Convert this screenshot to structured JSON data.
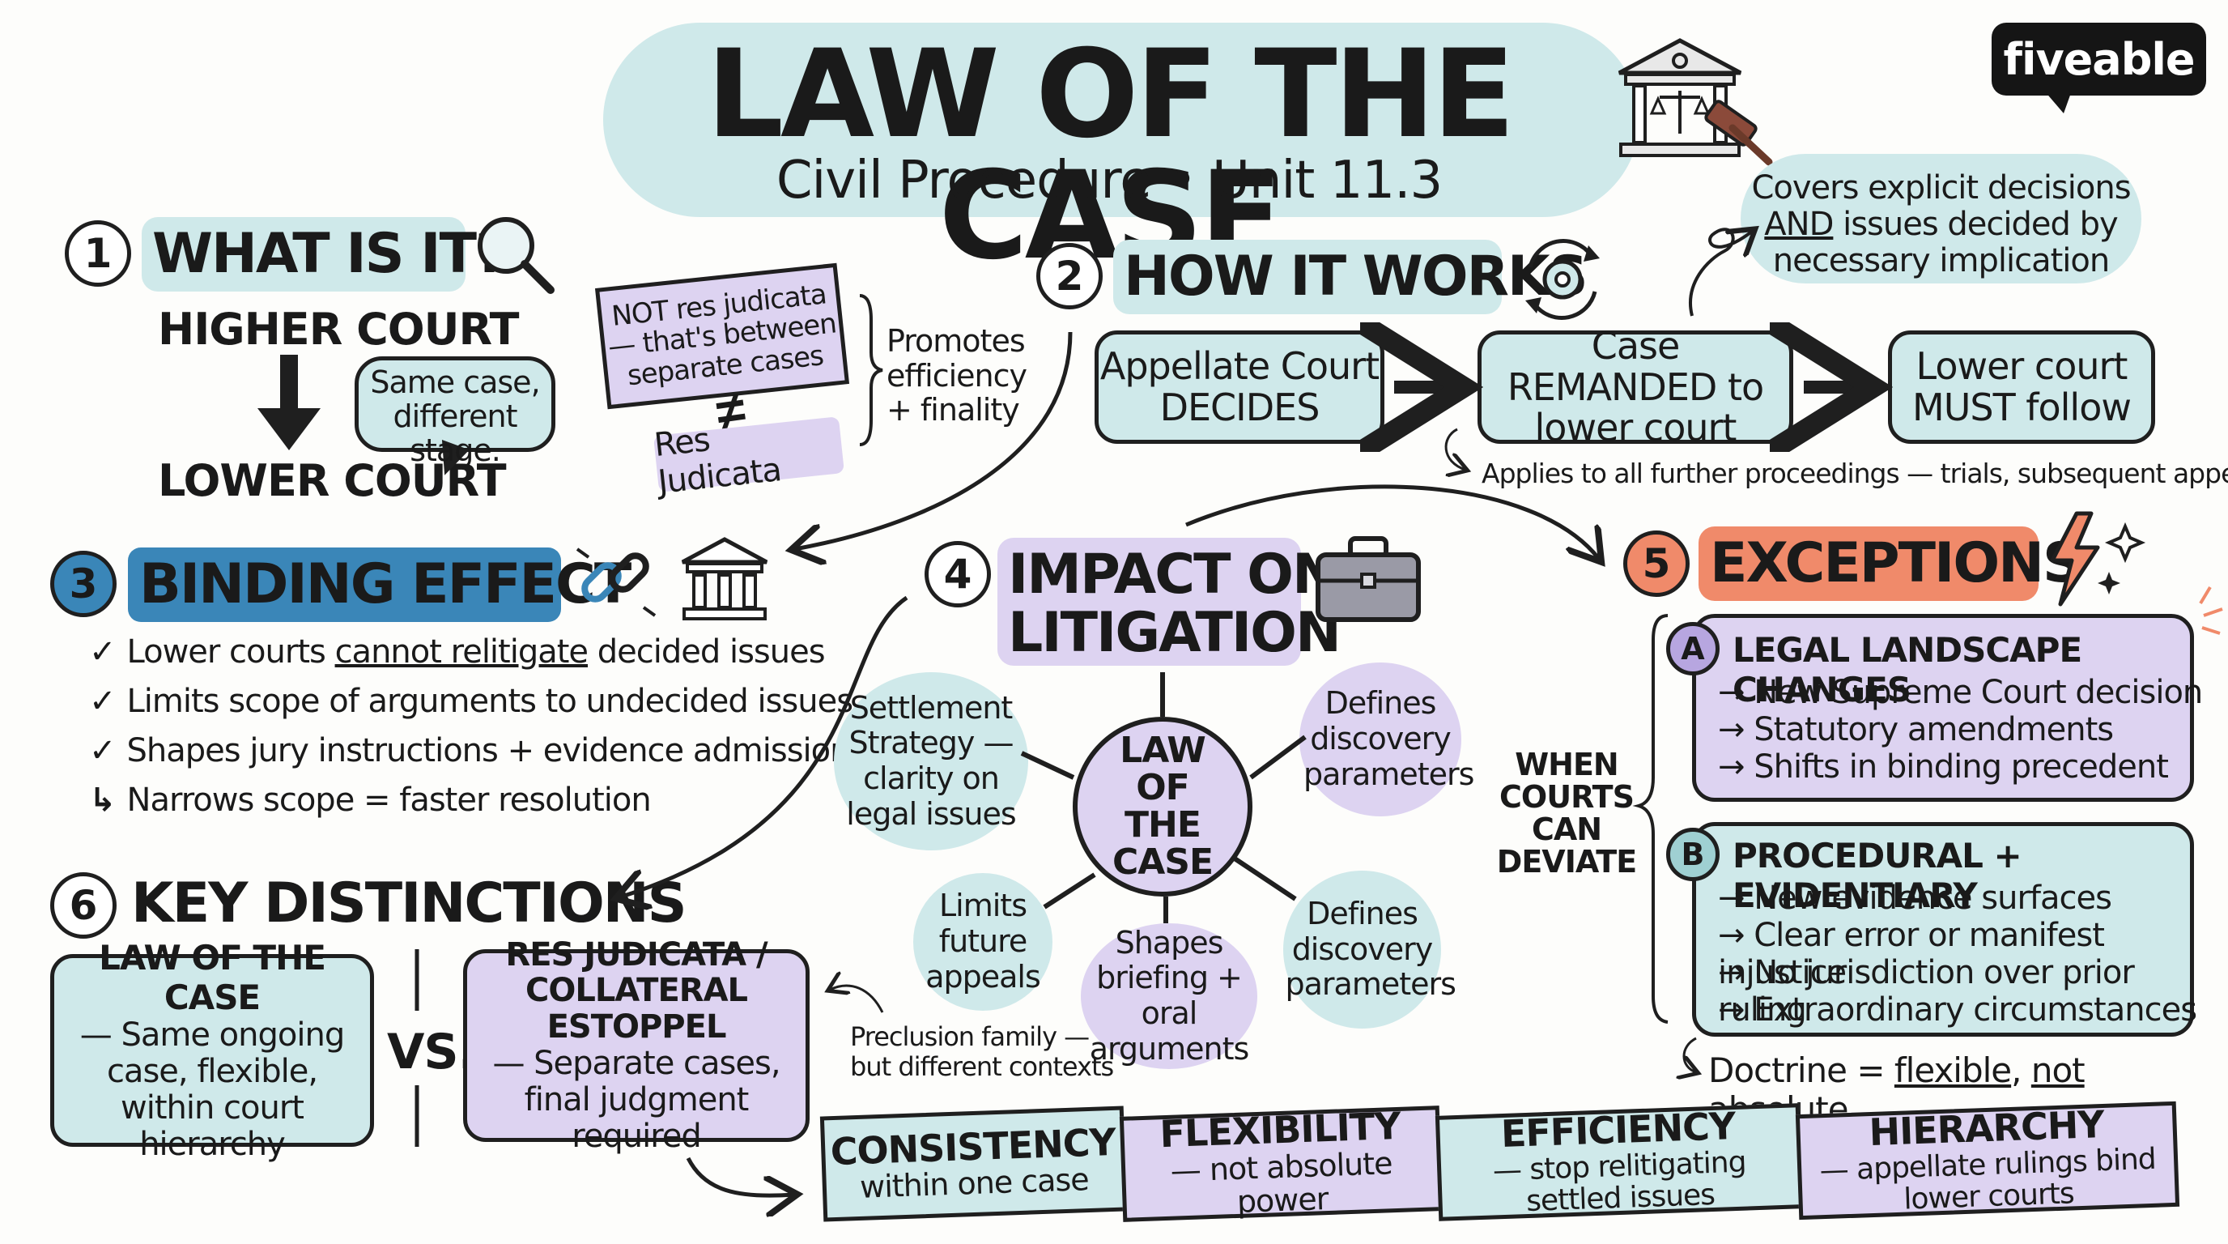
{
  "header": {
    "title": "LAW OF THE CASE",
    "subtitle": "Civil Procedure • Unit 11.3",
    "logo": "fiveable",
    "icon": "courthouse-gavel-icon"
  },
  "section1": {
    "number": "1",
    "title": "WHAT IS IT?",
    "higher": "HIGHER COURT",
    "lower": "LOWER COURT",
    "bubble": "Same case, different stage.",
    "note": "NOT res judicata — that's between separate cases",
    "neq": "≠",
    "res_judicata": "Res Judicata",
    "promotes": "Promotes efficiency + finality"
  },
  "section2": {
    "number": "2",
    "title": "HOW IT WORKS",
    "step1": "Appellate Court DECIDES",
    "step2": "Case REMANDED to lower court",
    "step3": "Lower court MUST follow",
    "covers_line1": "Covers explicit decisions",
    "covers_line2_a": "AND",
    "covers_line2_b": " issues decided by",
    "covers_line3": "necessary implication",
    "applies": "Applies to all further proceedings — trials, subsequent appeals"
  },
  "section3": {
    "number": "3",
    "title": "BINDING EFFECT",
    "b1_pre": "Lower courts ",
    "b1_ul": "cannot relitigate",
    "b1_post": " decided issues",
    "b2": "Limits scope of arguments to undecided issues",
    "b3": "Shapes jury instructions + evidence admission",
    "b4": "Narrows scope = faster resolution"
  },
  "section4": {
    "number": "4",
    "title_line1": "IMPACT ON",
    "title_line2": "LITIGATION",
    "center": "LAW OF THE CASE",
    "settlement": "Settlement Strategy — clarity on legal issues",
    "discovery_top": "Defines discovery parameters",
    "limits": "Limits future appeals",
    "shapes": "Shapes briefing + oral arguments",
    "discovery_bottom": "Defines discovery parameters"
  },
  "section5": {
    "number": "5",
    "title": "EXCEPTIONS",
    "when": "WHEN COURTS CAN DEVIATE",
    "a_badge": "A",
    "a_title": "LEGAL LANDSCAPE CHANGES",
    "a_items": [
      "→ New Supreme Court decision",
      "→ Statutory amendments",
      "→ Shifts in binding precedent"
    ],
    "b_badge": "B",
    "b_title": "PROCEDURAL + EVIDENTIARY",
    "b_items": [
      "→ New evidence surfaces",
      "→ Clear error or manifest injustice",
      "→ No jurisdiction over prior ruling",
      "→ Extraordinary circumstances"
    ],
    "doctrine_pre": "Doctrine = ",
    "doctrine_u1": "flexible",
    "doctrine_mid": ", ",
    "doctrine_u2": "not absolute"
  },
  "section6": {
    "number": "6",
    "title": "KEY DISTINCTIONS",
    "left_title": "LAW OF THE CASE",
    "left_body": "— Same ongoing case, flexible, within court hierarchy",
    "vs": "VS.",
    "right_title": "RES JUDICATA / COLLATERAL ESTOPPEL",
    "right_body": "— Separate cases, final judgment required",
    "preclusion": "Preclusion family — but different contexts"
  },
  "banners": [
    {
      "bold": "CONSISTENCY",
      "rest": "within one case"
    },
    {
      "bold": "FLEXIBILITY",
      "rest": "— not absolute power"
    },
    {
      "bold": "EFFICIENCY",
      "rest": "— stop relitigating settled issues"
    },
    {
      "bold": "HIERARCHY",
      "rest": "— appellate rulings bind lower courts"
    }
  ],
  "colors": {
    "teal": "#cfe9ea",
    "lavender": "#ddd3f1",
    "binding_blue": "#3a86b8",
    "exceptions_orange": "#f08a6a",
    "ink": "#1f1f1f"
  }
}
